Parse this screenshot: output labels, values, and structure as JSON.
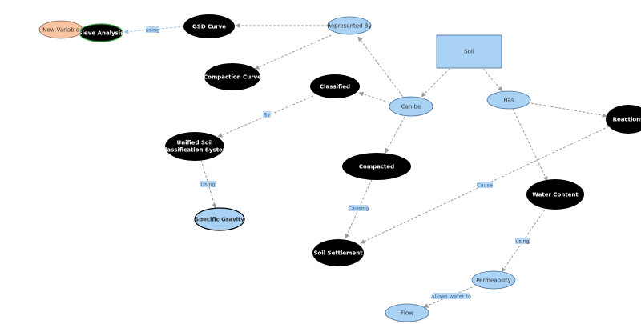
{
  "colors": {
    "black_node": "#000000",
    "blue_node": "#a9d2f5",
    "blue_stroke": "#4a6f95",
    "orange_node": "#f7c3a0",
    "edge": "#9a9a9a",
    "label_bg": "#bcd7f2",
    "label_text": "#2f6da8"
  },
  "nodes": {
    "new_variable": "New Variable",
    "sieve_analysis": "Sieve Analysis",
    "gsd_curve": "GSD Curve",
    "represented_by": "Represented By",
    "soil": "Soil",
    "compaction_curve": "Compaction Curve",
    "classified": "Classified",
    "can_be": "Can be",
    "has": "Has",
    "reactions": "Reactions",
    "uscs_line1": "Unified Soil",
    "uscs_line2": "Classification System",
    "compacted": "Compacted",
    "water_content": "Water Content",
    "specific_gravity": "Specific Gravity",
    "soil_settlement": "Soil Settlement",
    "permeability": "Permeability",
    "flow": "Flow"
  },
  "links": {
    "using_sieve": "using",
    "by": "By",
    "using_uscs": "Using",
    "causing": "Causing",
    "cause": "Cause",
    "using_water": "using",
    "allows_water_to": "Allows water to"
  }
}
